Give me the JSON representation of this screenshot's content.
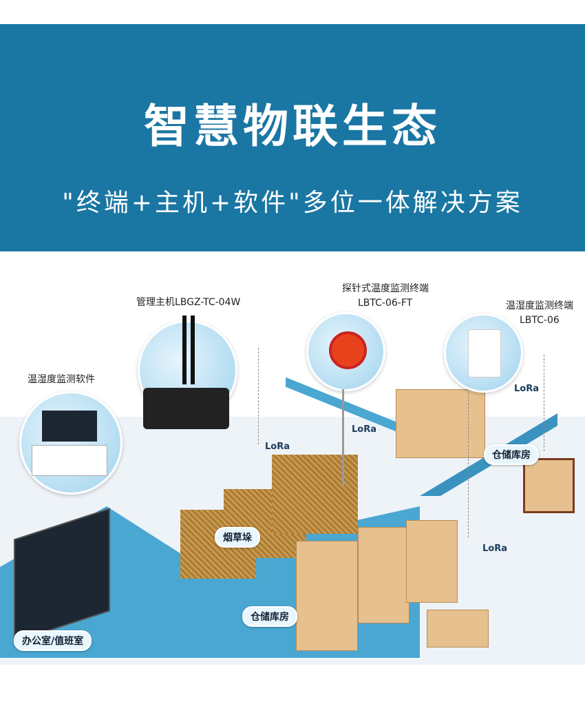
{
  "header": {
    "title": "智慧物联生态",
    "subtitle": "\"终端+主机+软件\"多位一体解决方案"
  },
  "devices": [
    {
      "name": "管理主机LBGZ-TC-04W"
    },
    {
      "name": "探针式温度监测终端",
      "model": "LBTC-06-FT"
    },
    {
      "name": "温湿度监测终端",
      "model": "LBTC-06"
    },
    {
      "name": "温湿度监测软件"
    }
  ],
  "labels": {
    "tobacco": "烟草垛",
    "warehouse1": "仓储库房",
    "warehouse2": "仓储库房",
    "office": "办公室/值班室"
  },
  "lora": "LoRa",
  "colors": {
    "banner": "#1a76a3",
    "wall": "#4aa7d1"
  }
}
